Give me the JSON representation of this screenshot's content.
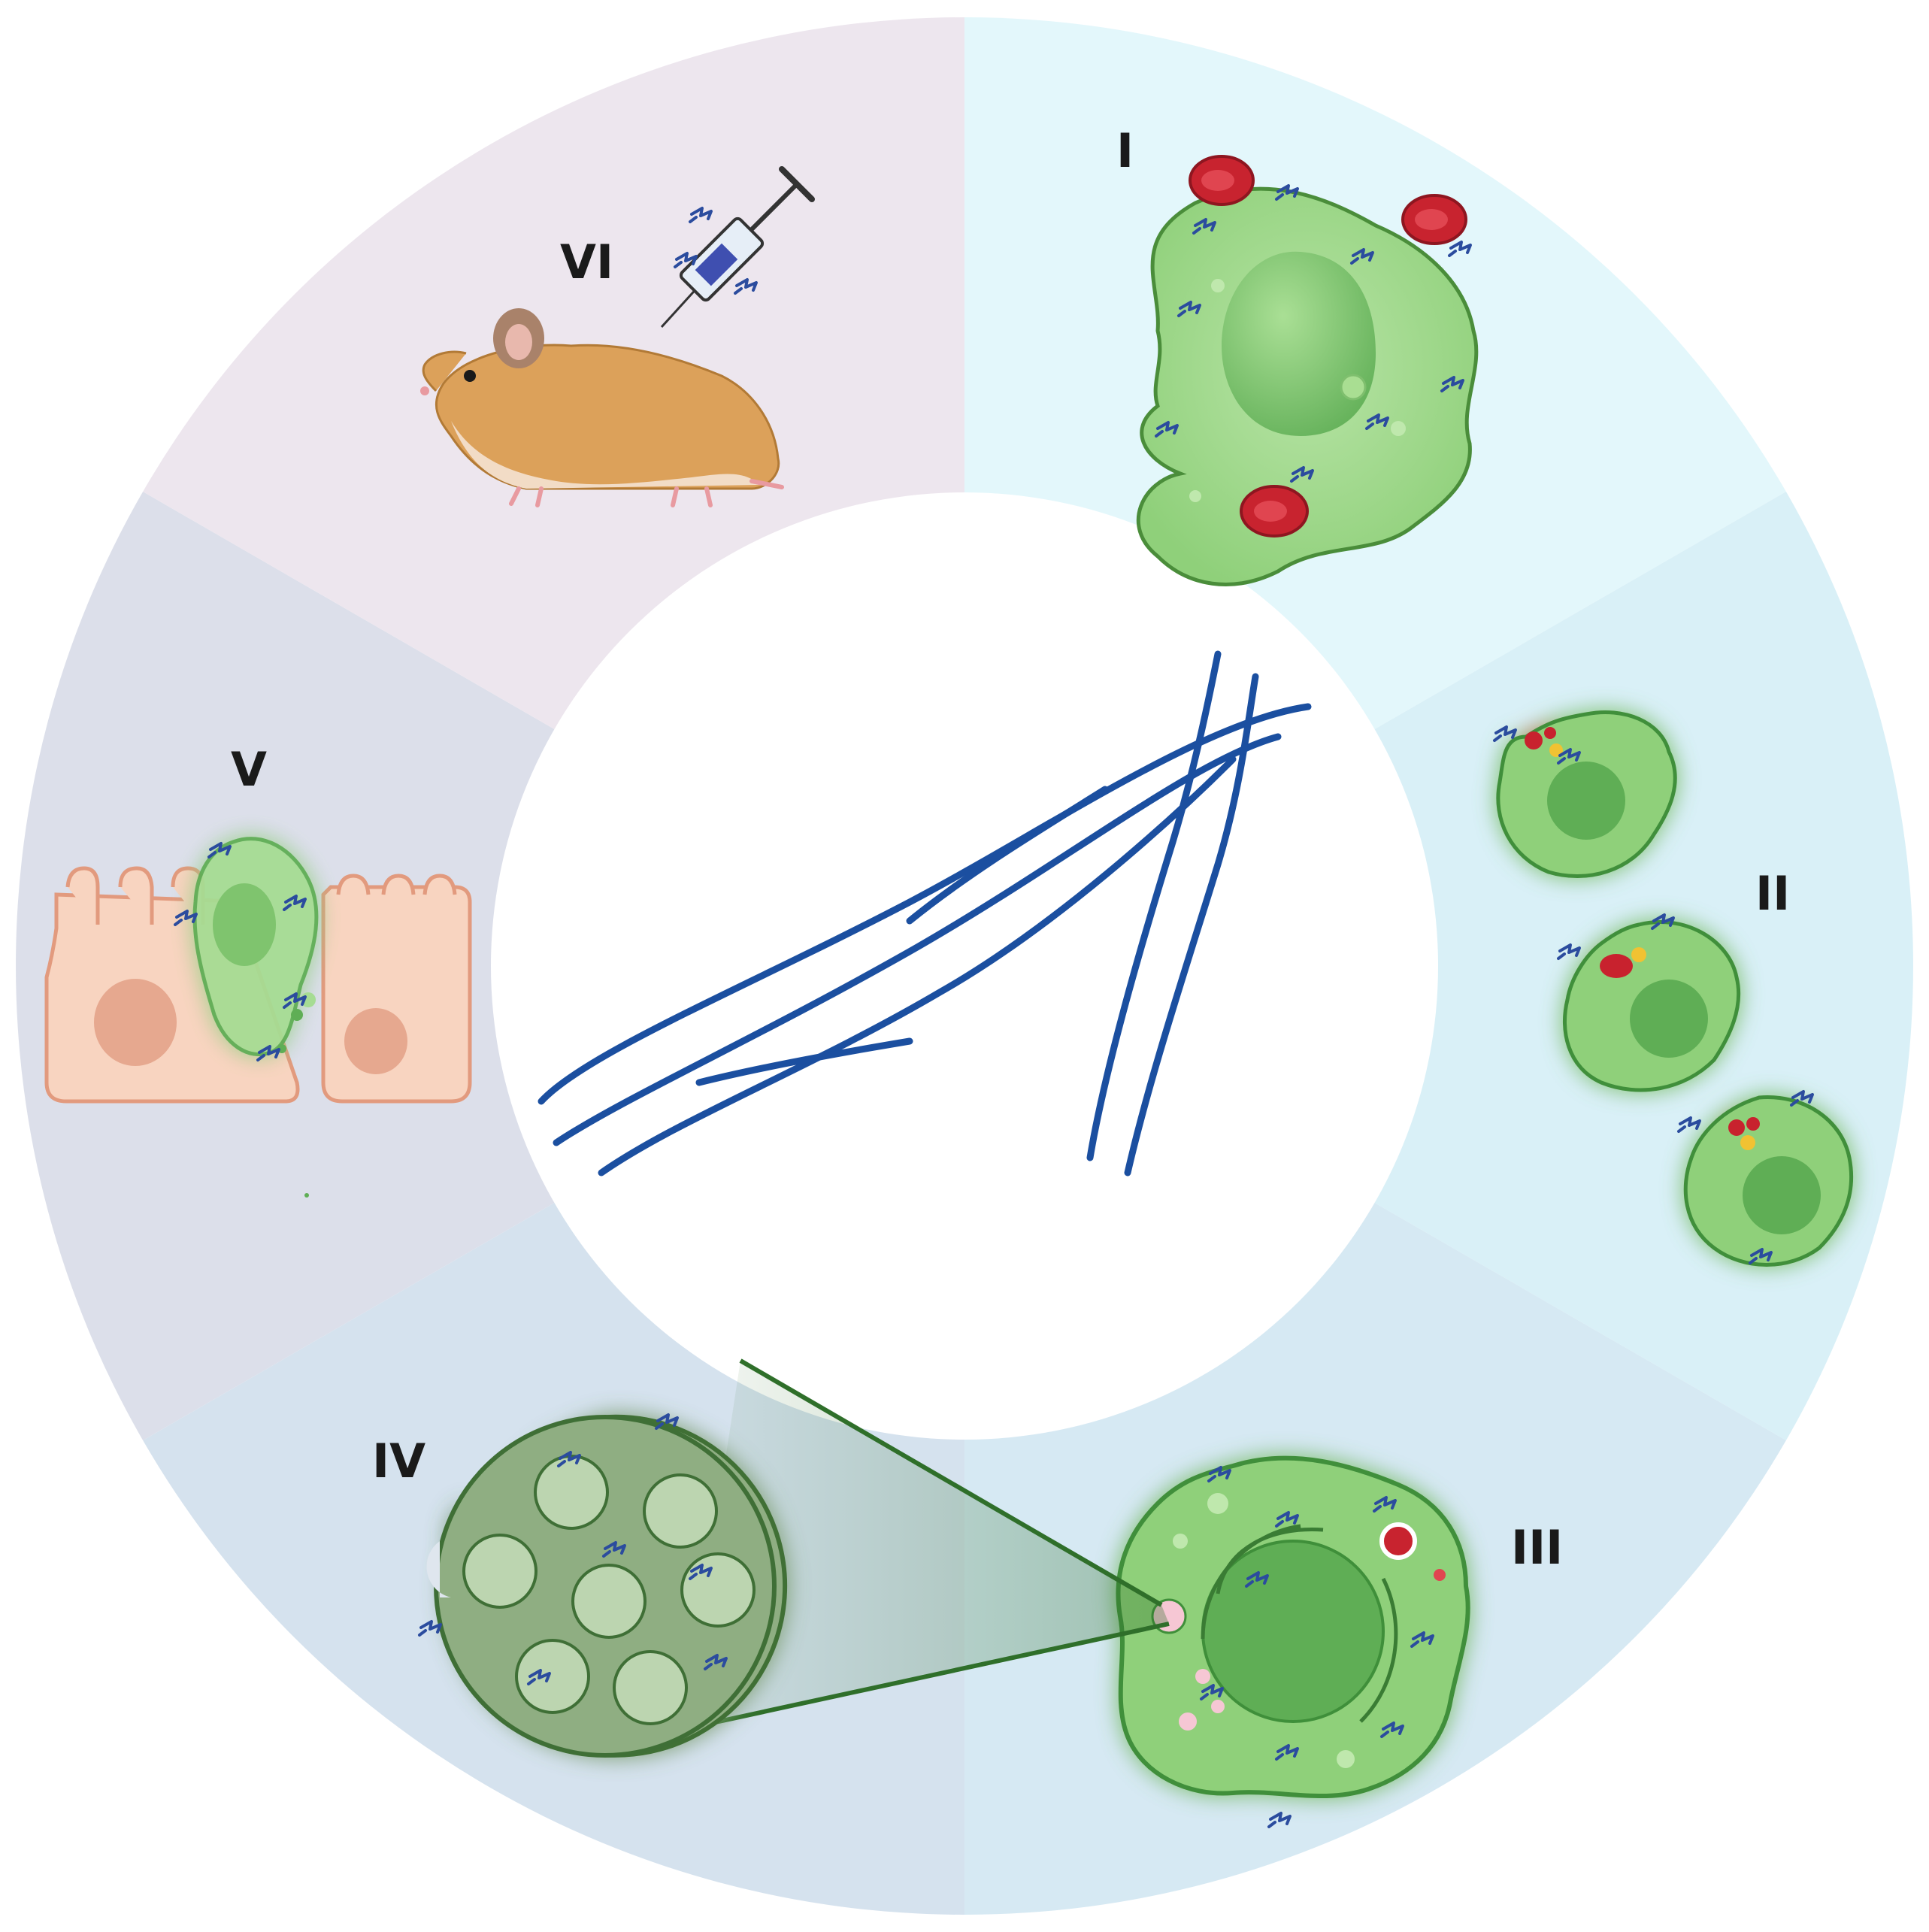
{
  "labels": {
    "I": "I",
    "II": "II",
    "III": "III",
    "IV": "IV",
    "V": "V",
    "VI": "VI"
  },
  "sectors": [
    {
      "label_ref": "I",
      "icon": "monocyte-with-erythrocytes",
      "color": "#e3f7fb"
    },
    {
      "label_ref": "II",
      "icon": "phagocytosing-amoebae",
      "color": "#d9f0f7"
    },
    {
      "label_ref": "III",
      "icon": "amoeba-trophozoite",
      "color": "#d6e9f3"
    },
    {
      "label_ref": "IV",
      "icon": "vesicle-zoom",
      "color": "#d5e2ee"
    },
    {
      "label_ref": "V",
      "icon": "epithelial-invasion",
      "color": "#dcdfea"
    },
    {
      "label_ref": "VI",
      "icon": "hamster-injection",
      "color": "#ede6ee"
    }
  ],
  "center": {
    "icon": "protein-ribbon-structure",
    "color": "#1b4fa0"
  },
  "colors": {
    "cell_green": "#8fd07a",
    "cell_dark_green": "#3f8f3a",
    "nucleus_green": "#5fae55",
    "erythrocyte_red": "#c8232f",
    "antibody_blue": "#2b4c9e",
    "skin_peach": "#f8d4c0",
    "hamster_orange": "#dca15a"
  }
}
